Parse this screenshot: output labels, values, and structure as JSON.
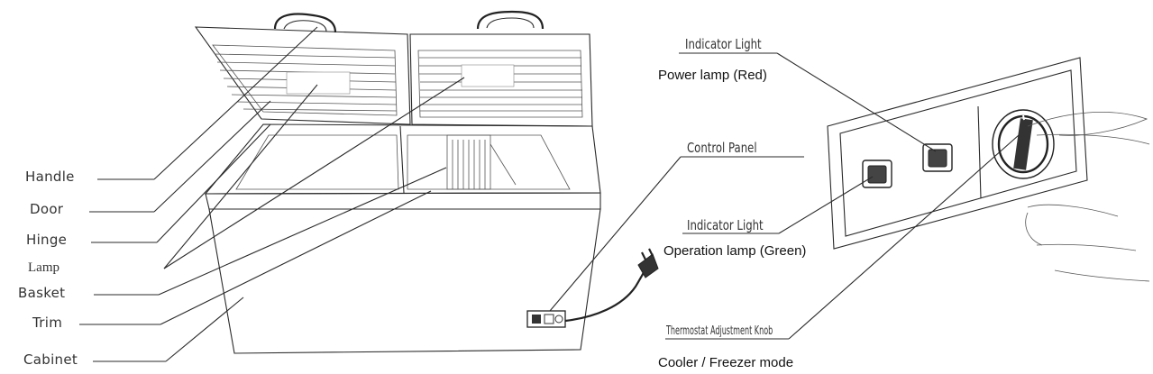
{
  "freezer_parts": {
    "handle": "Handle",
    "door": "Door",
    "hinge": "Hinge",
    "lamp": "Lamp",
    "basket": "Basket",
    "trim": "Trim",
    "cabinet": "Cabinet"
  },
  "control_panel": {
    "title": "Control Panel",
    "indicator_top": {
      "label": "Indicator Light",
      "description": "Power lamp (Red)"
    },
    "indicator_bottom": {
      "label": "Indicator Light",
      "description": "Operation lamp (Green)"
    },
    "thermostat": {
      "label": "Thermostat Adjustment Knob",
      "description": "Cooler / Freezer  mode"
    }
  }
}
